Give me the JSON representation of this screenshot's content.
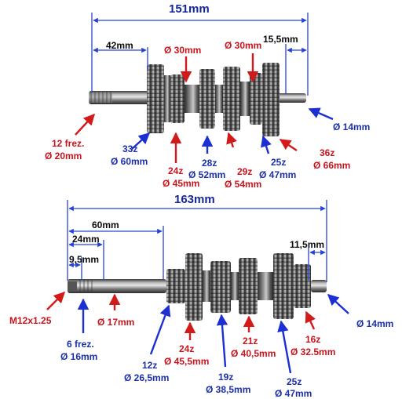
{
  "colors": {
    "dimension_line": "#2643d6",
    "blue_label": "#1b2fa8",
    "red_label": "#c8141c",
    "steel_dark": "#2b2b2b",
    "steel_light": "#9a9a9a"
  },
  "top_shaft": {
    "overall_length": "151mm",
    "dim_left": "42mm",
    "dim_right": "15,5mm",
    "bearing_a": "Ø 30mm",
    "bearing_b": "Ø 30mm",
    "spline_count": "12 frez.",
    "spline_dia": "Ø 20mm",
    "gear_33z_teeth": "33z",
    "gear_33z_dia": "Ø 60mm",
    "gear_24z_teeth": "24z",
    "gear_24z_dia": "Ø 45mm",
    "gear_28z_teeth": "28z",
    "gear_28z_dia": "Ø 52mm",
    "gear_29z_teeth": "29z",
    "gear_29z_dia": "Ø 54mm",
    "gear_25z_teeth": "25z",
    "gear_25z_dia": "Ø 47mm",
    "gear_36z_teeth": "36z",
    "gear_36z_dia": "Ø 66mm",
    "end_dia": "Ø 14mm"
  },
  "bottom_shaft": {
    "overall_length": "163mm",
    "dim_60": "60mm",
    "dim_24": "24mm",
    "dim_9_5": "9,5mm",
    "dim_11_5": "11,5mm",
    "thread": "M12x1.25",
    "spline_count": "6 frez.",
    "spline_dia": "Ø 16mm",
    "shaft_dia": "Ø 17mm",
    "gear_12z_teeth": "12z",
    "gear_12z_dia": "Ø 26,5mm",
    "gear_24z_teeth": "24z",
    "gear_24z_dia": "Ø 45,5mm",
    "gear_19z_teeth": "19z",
    "gear_19z_dia": "Ø 38,5mm",
    "gear_21z_teeth": "21z",
    "gear_21z_dia": "Ø 40,5mm",
    "gear_25z_teeth": "25z",
    "gear_25z_dia": "Ø 47mm",
    "gear_16z_teeth": "16z",
    "gear_16z_dia": "Ø 32.5mm",
    "end_dia": "Ø 14mm"
  }
}
